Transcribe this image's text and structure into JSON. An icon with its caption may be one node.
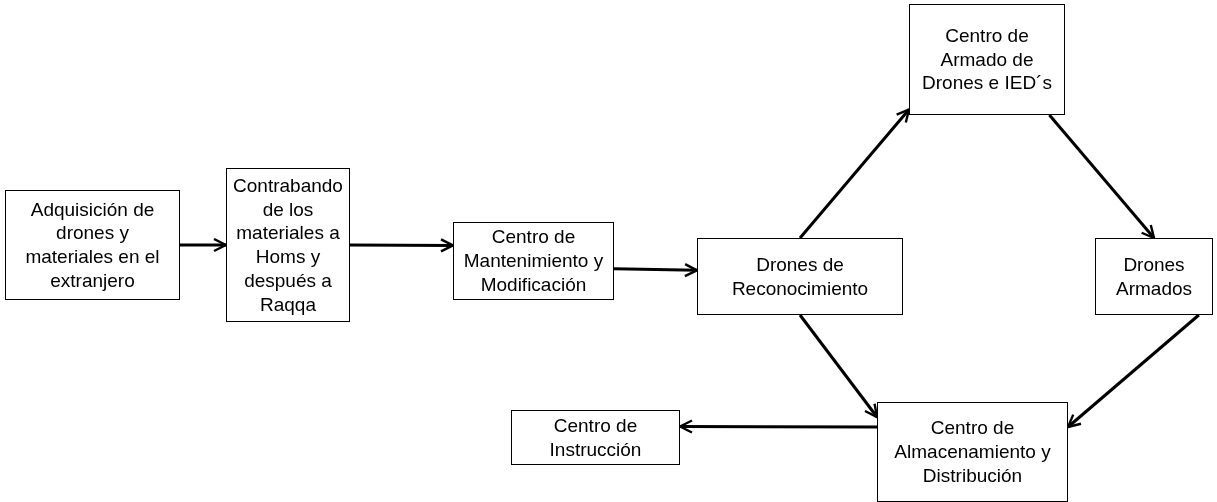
{
  "diagram": {
    "nodes": [
      {
        "text": [
          "Adquisición de drones y materiales en el extranjero"
        ]
      },
      {
        "text": [
          "Contrabando de los materiales a Homs y después a Raqqa"
        ]
      },
      {
        "text": [
          "Centro de Mantenimiento y Modificación"
        ]
      },
      {
        "text": [
          "Drones de Reconocimiento"
        ]
      },
      {
        "text": [
          "Centro de Armado de Drones e IED´s"
        ]
      },
      {
        "text": [
          "Drones Armados"
        ]
      },
      {
        "text": [
          "Centro de Almacenamiento y Distribución"
        ]
      },
      {
        "text": [
          "Centro de Instrucción"
        ]
      }
    ],
    "edges": [
      {
        "from": 0,
        "to": 1,
        "arrow": "to"
      },
      {
        "from": 1,
        "to": 2,
        "arrow": "to"
      },
      {
        "from": 2,
        "to": 3,
        "arrow": "to"
      },
      {
        "from": 3,
        "to": 4,
        "arrow": "to"
      },
      {
        "from": 4,
        "to": 5,
        "arrow": "to"
      },
      {
        "from": 3,
        "to": 6,
        "arrow": "to"
      },
      {
        "from": 5,
        "to": 6,
        "arrow": "to"
      },
      {
        "from": 6,
        "to": 7,
        "arrow": "to"
      }
    ]
  }
}
